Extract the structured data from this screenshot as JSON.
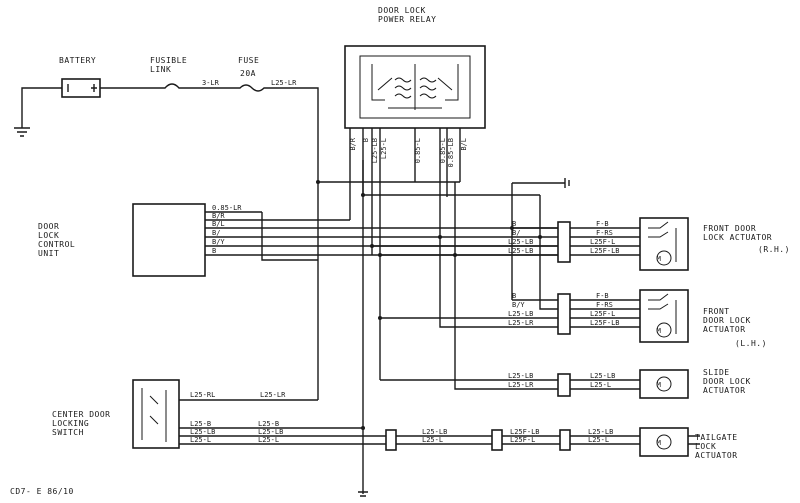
{
  "components": {
    "battery": "BATTERY",
    "fusible_link": [
      "FUSIBLE",
      "LINK"
    ],
    "fuse": "FUSE",
    "fuse_rating": "20A",
    "relay": [
      "DOOR LOCK",
      "POWER RELAY"
    ],
    "control_unit": [
      "DOOR",
      "LOCK",
      "CONTROL",
      "UNIT"
    ],
    "switch": [
      "CENTER DOOR",
      "LOCKING",
      "SWITCH"
    ],
    "front_rh": [
      "FRONT DOOR",
      "LOCK ACTUATOR",
      "(R.H.)"
    ],
    "front_lh": [
      "FRONT",
      "DOOR LOCK",
      "ACTUATOR",
      "(L.H.)"
    ],
    "slide": [
      "SLIDE",
      "DOOR LOCK",
      "ACTUATOR"
    ],
    "tailgate": [
      "TAILGATE",
      "LOCK",
      "ACTUATOR"
    ],
    "motor": "M",
    "code": "CD7- E   86/10"
  },
  "wires": {
    "fl_to_fuse": "3-LR",
    "fuse_out": "L25-LR",
    "relay_pins": [
      "B/R",
      "B",
      "L25-LB",
      "L25-L",
      "0.85-L",
      "0.85-L",
      "0.85-LB",
      "B/L"
    ],
    "cu": [
      "0.85-LR",
      "B/R",
      "B/L",
      "B/",
      "B/Y",
      "B"
    ],
    "rh_in": [
      "B",
      "B/",
      "L25-LB",
      "L25-LB"
    ],
    "rh_out": [
      "F-B",
      "F-RS",
      "L25F-L",
      "L25F-LB"
    ],
    "lh_in": [
      "B",
      "B/Y",
      "L25-LB",
      "L25-LR"
    ],
    "lh_out": [
      "F-B",
      "F-RS",
      "L25F-L",
      "L25F-LB"
    ],
    "slide_in": [
      "L25-LB",
      "L25-LR"
    ],
    "slide_out": [
      "L25-LB",
      "L25-L"
    ],
    "sw_top": [
      "L25-RL",
      "L25-LR"
    ],
    "sw_bot_l": [
      "L25-B",
      "L25-LB",
      "L25-L"
    ],
    "sw_bot_r": [
      "L25-B",
      "L25-LB",
      "L25-L"
    ],
    "tail_mid": [
      "L25-LB",
      "L25-L"
    ],
    "tail_a": [
      "L25F-LB",
      "L25F-L"
    ],
    "tail_b": [
      "L25-LB",
      "L25-L"
    ]
  }
}
